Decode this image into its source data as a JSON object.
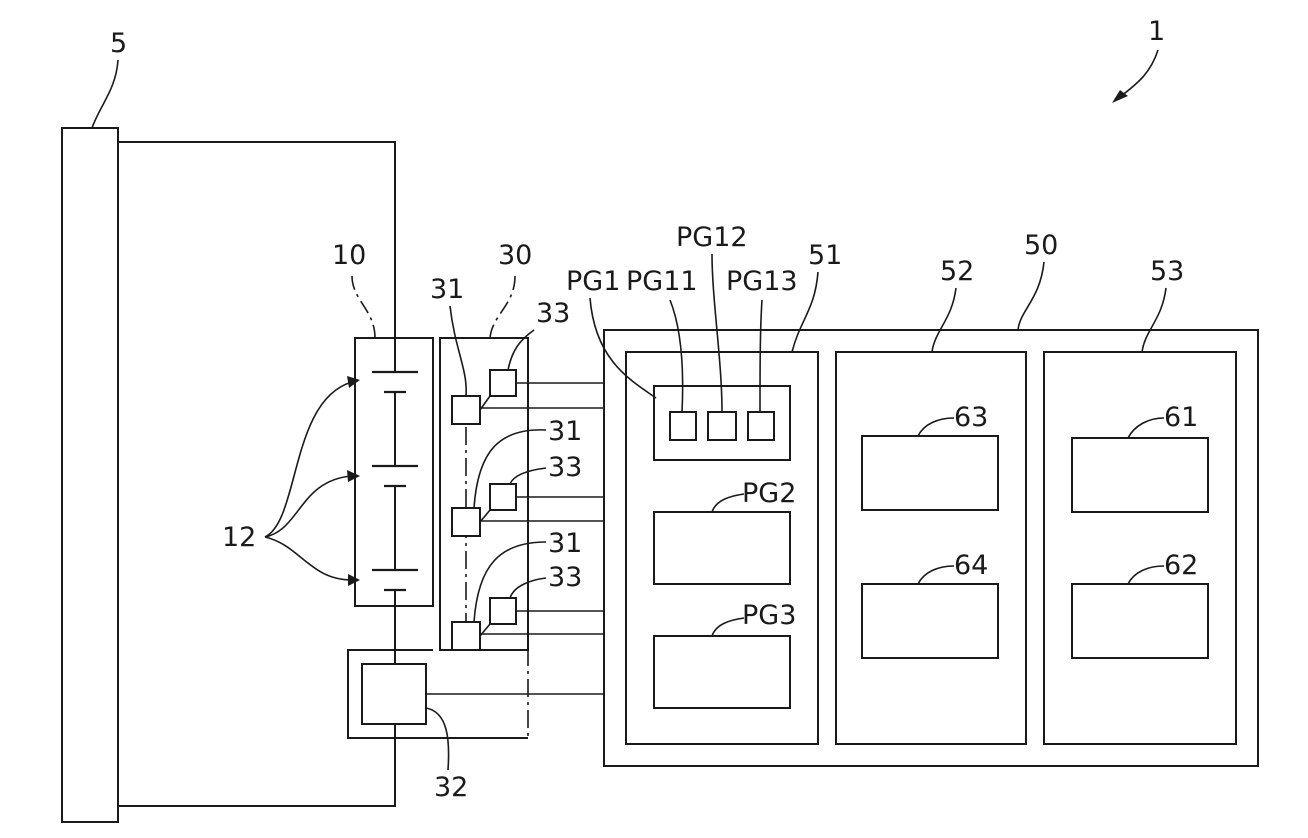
{
  "figure": {
    "labels": {
      "system": "1",
      "battery_pack": "10",
      "cells": "12",
      "load": "5",
      "monitor_unit": "30",
      "monitor_ic": "31",
      "current_sensor": "32",
      "switch": "33",
      "controller": "50",
      "block_51": "51",
      "block_52": "52",
      "block_53": "53",
      "pg1": "PG1",
      "pg11": "PG11",
      "pg12": "PG12",
      "pg13": "PG13",
      "pg2": "PG2",
      "pg3": "PG3",
      "box_61": "61",
      "box_62": "62",
      "box_63": "63",
      "box_64": "64"
    }
  }
}
